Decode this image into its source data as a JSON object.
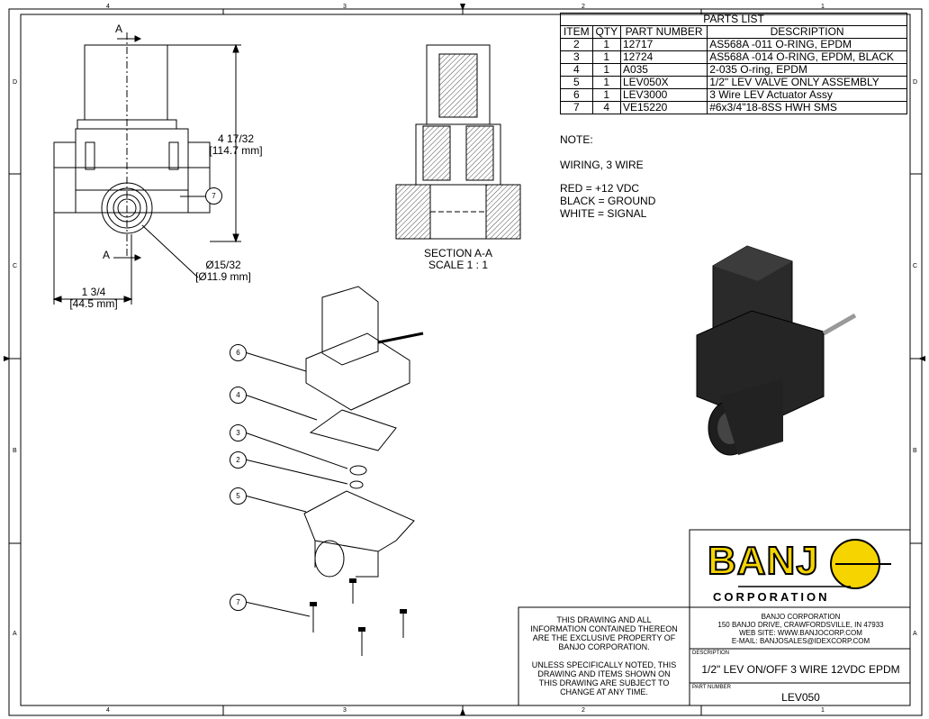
{
  "zones": {
    "top": [
      "4",
      "3",
      "2",
      "1"
    ],
    "bottom": [
      "4",
      "3",
      "2",
      "1"
    ],
    "left": [
      "D",
      "C",
      "B",
      "A"
    ],
    "right": [
      "D",
      "C",
      "B",
      "A"
    ]
  },
  "parts_list": {
    "title": "PARTS LIST",
    "headers": [
      "ITEM",
      "QTY",
      "PART NUMBER",
      "DESCRIPTION"
    ],
    "rows": [
      [
        "2",
        "1",
        "12717",
        "AS568A -011 O-RING, EPDM"
      ],
      [
        "3",
        "1",
        "12724",
        "AS568A -014 O-RING, EPDM, BLACK"
      ],
      [
        "4",
        "1",
        "A035",
        "2-035 O-ring, EPDM"
      ],
      [
        "5",
        "1",
        "LEV050X",
        "1/2\" LEV VALVE ONLY ASSEMBLY"
      ],
      [
        "6",
        "1",
        "LEV3000",
        "3 Wire LEV Actuator Assy"
      ],
      [
        "7",
        "4",
        "VE15220",
        "#6x3/4\"18-8SS HWH SMS"
      ]
    ]
  },
  "notes": {
    "heading": "NOTE:",
    "wiring": "WIRING, 3 WIRE",
    "red": "RED = +12 VDC",
    "black": "BLACK = GROUND",
    "white": "WHITE = SIGNAL"
  },
  "dimensions": {
    "height_frac": "4 17/32",
    "height_mm": "[114.7 mm]",
    "width_frac": "1 3/4",
    "width_mm": "[44.5 mm]",
    "dia_frac": "Ø15/32",
    "dia_mm": "[Ø11.9 mm]"
  },
  "section": {
    "marker": "A",
    "title": "SECTION A-A",
    "scale": "SCALE 1 : 1"
  },
  "balloons": [
    "7",
    "6",
    "4",
    "3",
    "2",
    "5",
    "7"
  ],
  "disclaimer": {
    "line1": "THIS DRAWING AND ALL",
    "line2": "INFORMATION CONTAINED THEREON",
    "line3": "ARE THE EXCLUSIVE PROPERTY OF",
    "line4": "BANJO CORPORATION.",
    "line5": "UNLESS SPECIFICALLY NOTED, THIS",
    "line6": "DRAWING AND ITEMS SHOWN ON",
    "line7": "THIS DRAWING ARE SUBJECT TO",
    "line8": "CHANGE AT ANY TIME."
  },
  "title_block": {
    "logo_text": "BANJ",
    "logo_sub": "CORPORATION",
    "company": "BANJO CORPORATION",
    "address": "150 BANJO DRIVE, CRAWFORDSVILLE, IN 47933",
    "web": "WEB SITE: WWW.BANJOCORP.COM",
    "email": "E-MAIL: BANJOSALES@IDEXCORP.COM",
    "description_label": "DESCRIPTION",
    "description": "1/2\" LEV ON/OFF 3 WIRE 12VDC EPDM",
    "part_number_label": "PART NUMBER",
    "part_number": "LEV050"
  }
}
